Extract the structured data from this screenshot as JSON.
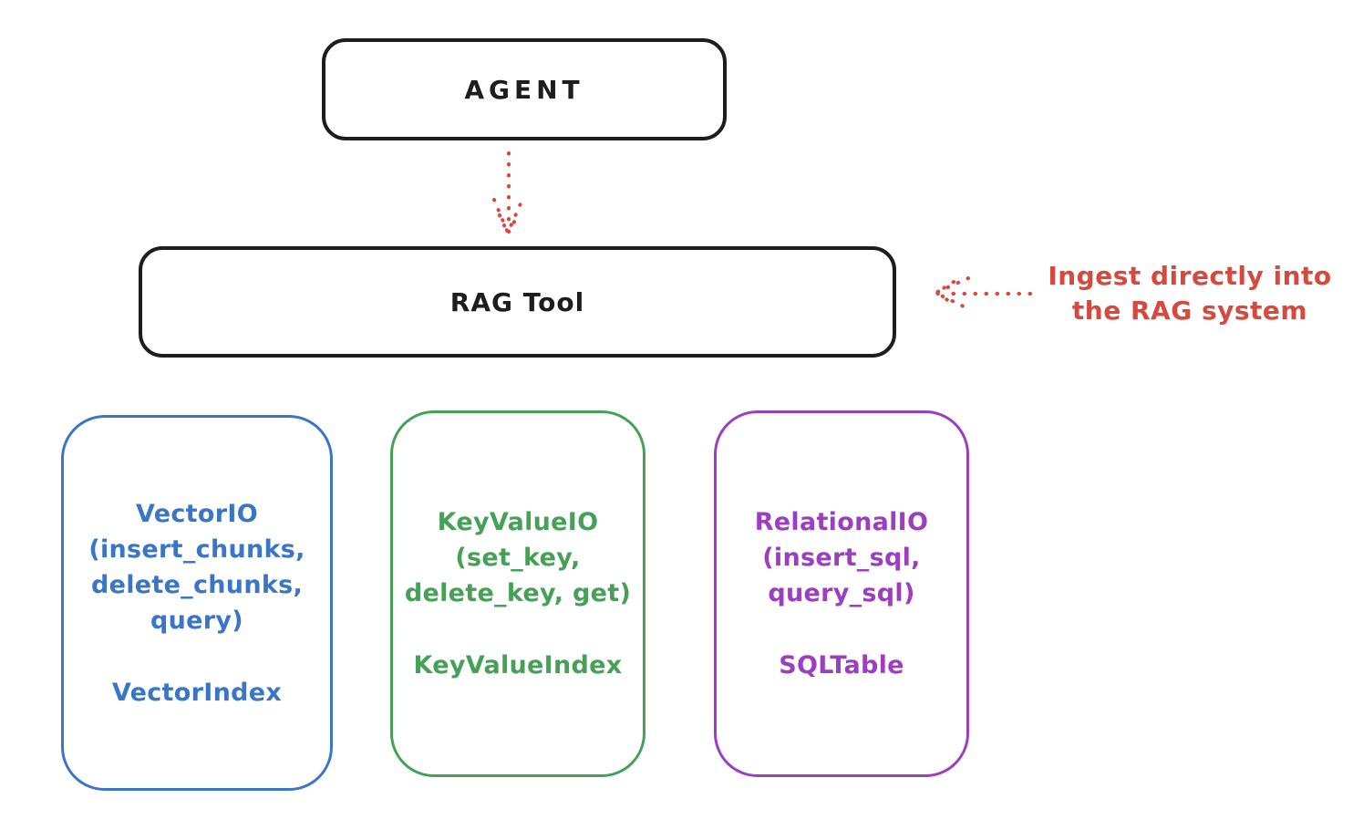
{
  "diagram": {
    "background": "#ffffff",
    "colors": {
      "ink": "#1d1d1d",
      "red": "#d6493f",
      "blue": "#3a76c5",
      "green": "#46a058",
      "purple": "#9b3fc0"
    },
    "agent": {
      "label": "AGENT"
    },
    "rag_tool": {
      "label": "RAG Tool"
    },
    "annotation": {
      "line1": "Ingest directly into",
      "line2": "the RAG system"
    },
    "arrows": [
      {
        "id": "agent-to-rag-tool",
        "from": "AGENT",
        "to": "RAG Tool",
        "style": "dotted",
        "color": "#d6493f"
      },
      {
        "id": "annotation-to-rag-tool",
        "from": "Ingest directly into the RAG system",
        "to": "RAG Tool",
        "style": "dotted",
        "color": "#d6493f"
      }
    ],
    "nodes": [
      {
        "id": "vector-io",
        "color": "#3a76c5",
        "lines": [
          "VectorIO",
          "(insert_chunks,",
          "delete_chunks,",
          "query)"
        ],
        "index_label": "VectorIndex"
      },
      {
        "id": "keyvalue-io",
        "color": "#46a058",
        "lines": [
          "KeyValueIO",
          "(set_key,",
          "delete_key, get)"
        ],
        "index_label": "KeyValueIndex"
      },
      {
        "id": "relational-io",
        "color": "#9b3fc0",
        "lines": [
          "RelationalIO",
          "(insert_sql,",
          "query_sql)"
        ],
        "index_label": "SQLTable"
      }
    ]
  }
}
